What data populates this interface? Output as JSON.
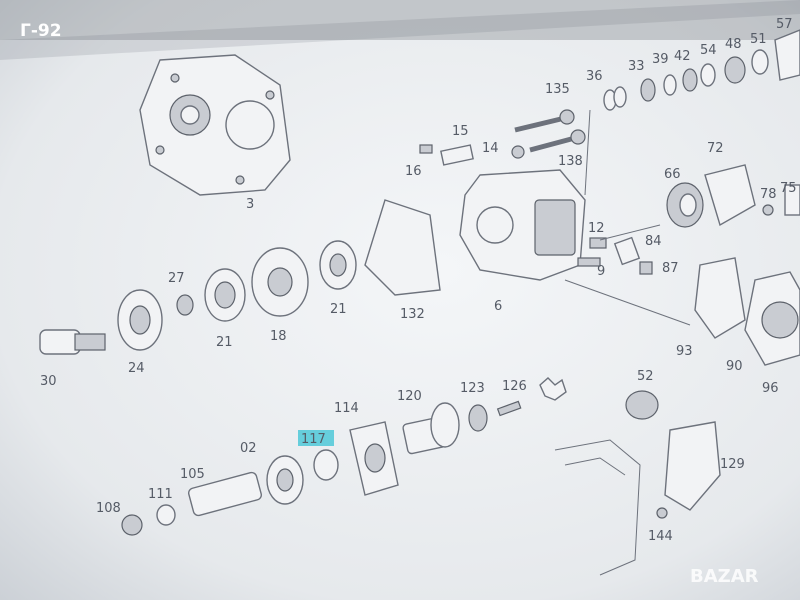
{
  "listing_code": "Г-92",
  "watermark": "BAZAR",
  "part_numbers": [
    "3",
    "135",
    "36",
    "33",
    "39",
    "42",
    "54",
    "48",
    "51",
    "57",
    "15",
    "14",
    "16",
    "138",
    "66",
    "72",
    "78",
    "75",
    "12",
    "84",
    "9",
    "87",
    "27",
    "21",
    "18",
    "21",
    "132",
    "6",
    "93",
    "90",
    "96",
    "30",
    "24",
    "52",
    "114",
    "117",
    "120",
    "123",
    "126",
    "105",
    "02",
    "111",
    "108",
    "129",
    "144"
  ],
  "highlighted_part": "117",
  "colors": {
    "screen_bg": "#e9ecef",
    "highlight": "#4fc8d8"
  }
}
